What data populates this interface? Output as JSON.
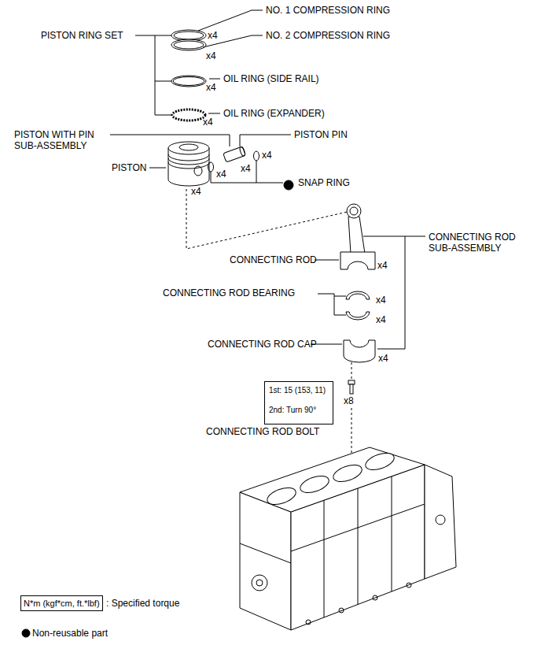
{
  "diagram": {
    "nodes": [
      {
        "text": [
          "1st: 15 (153, 11)",
          "2nd: Turn 90°"
        ]
      },
      {
        "text": [
          "N*m (kgf*cm, ft.*lbf)"
        ]
      }
    ],
    "labels": [
      "NO. 1 COMPRESSION RING",
      "PISTON RING SET",
      "x4",
      "NO. 2 COMPRESSION RING",
      "x4",
      "OIL RING (SIDE RAIL)",
      "x4",
      "OIL RING (EXPANDER)",
      "x4",
      "PISTON WITH PIN SUB-ASSEMBLY",
      "PISTON PIN",
      "x4",
      "PISTON",
      "x4",
      "x4",
      "SNAP RING",
      "x4",
      "CONNECTING ROD",
      "x4",
      "CONNECTING ROD SUB-ASSEMBLY",
      "CONNECTING ROD BEARING",
      "x4",
      "x4",
      "CONNECTING ROD CAP",
      "x4",
      "x8",
      "CONNECTING ROD BOLT"
    ],
    "legend": [
      {
        "text": ": Specified torque"
      },
      {
        "text": "Non-reusable part"
      }
    ]
  }
}
